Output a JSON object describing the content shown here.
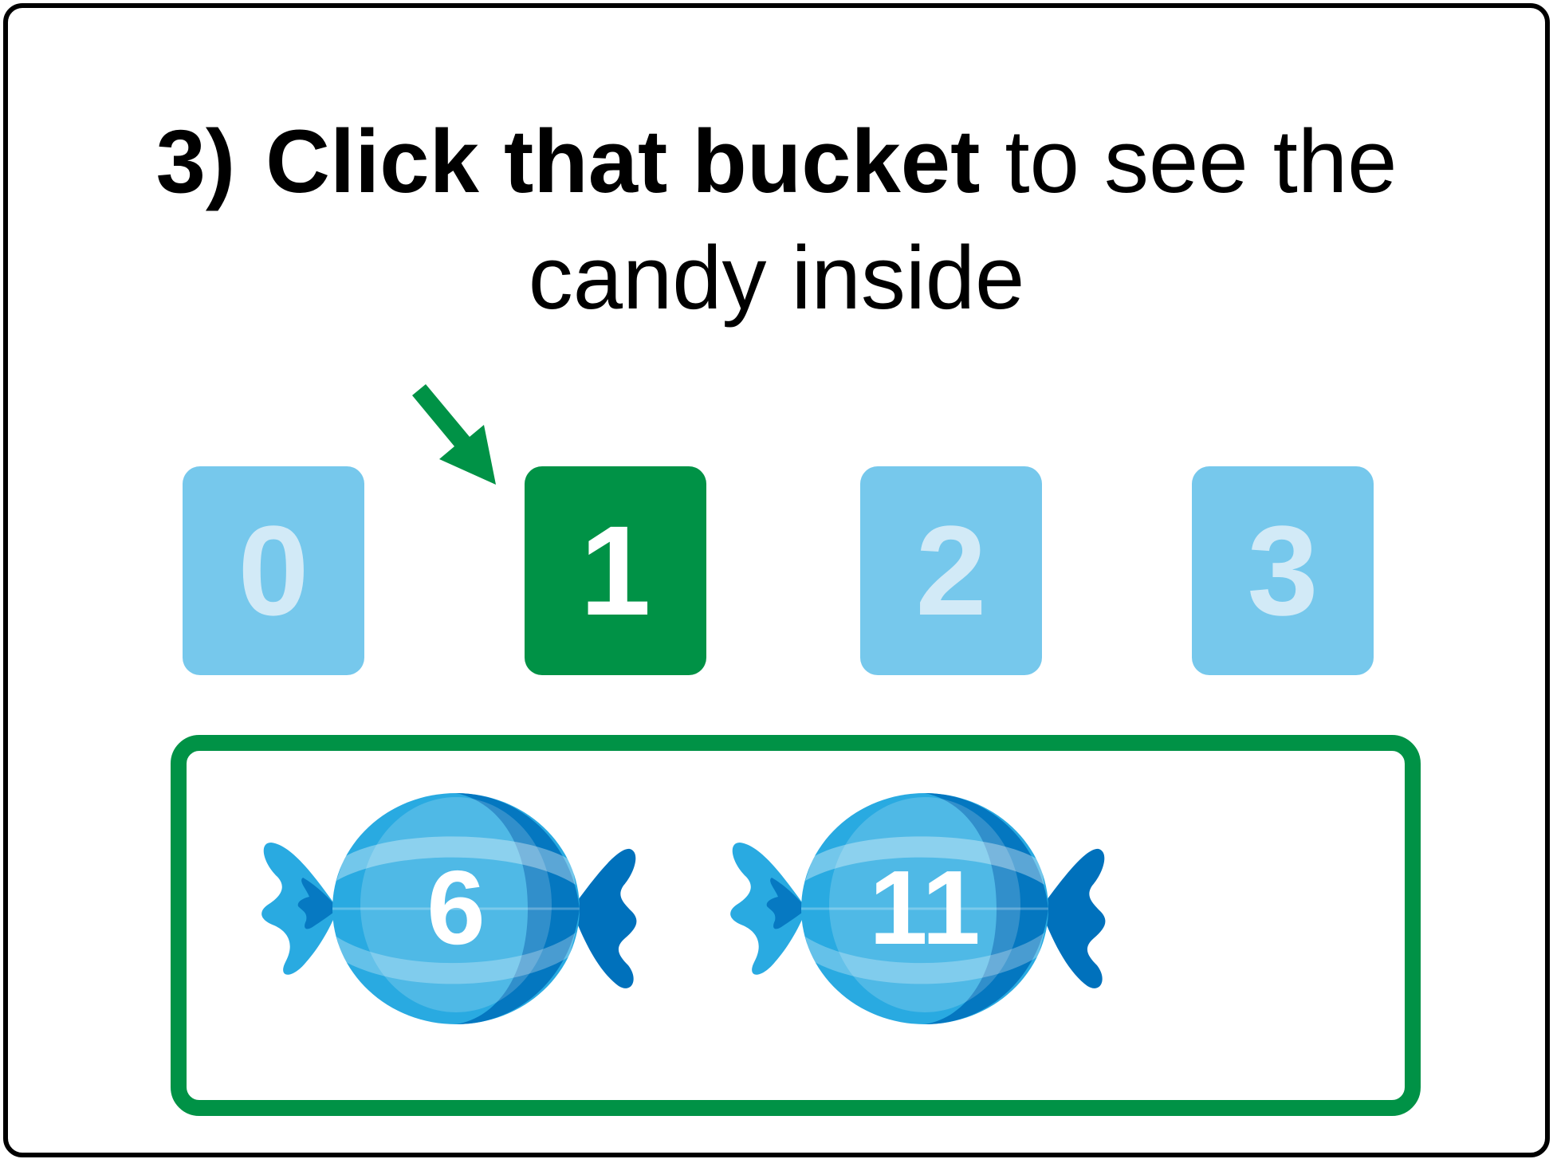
{
  "instruction": {
    "step_number": "3)",
    "emphasis": "Click that bucket",
    "rest": " to see the candy inside"
  },
  "colors": {
    "accent_green": "#009246",
    "bucket_blue": "#76c8ec",
    "bucket_text": "#d2eaf7",
    "candy_light_blue": "#29aae1",
    "candy_dark_blue": "#0071bc"
  },
  "buckets": [
    {
      "label": "0",
      "selected": false
    },
    {
      "label": "1",
      "selected": true
    },
    {
      "label": "2",
      "selected": false
    },
    {
      "label": "3",
      "selected": false
    }
  ],
  "candies": [
    {
      "value": "6",
      "icon": "candy-icon"
    },
    {
      "value": "11",
      "icon": "candy-icon"
    }
  ],
  "pointer": {
    "icon": "arrow-pointer-icon",
    "target_bucket": "1"
  }
}
